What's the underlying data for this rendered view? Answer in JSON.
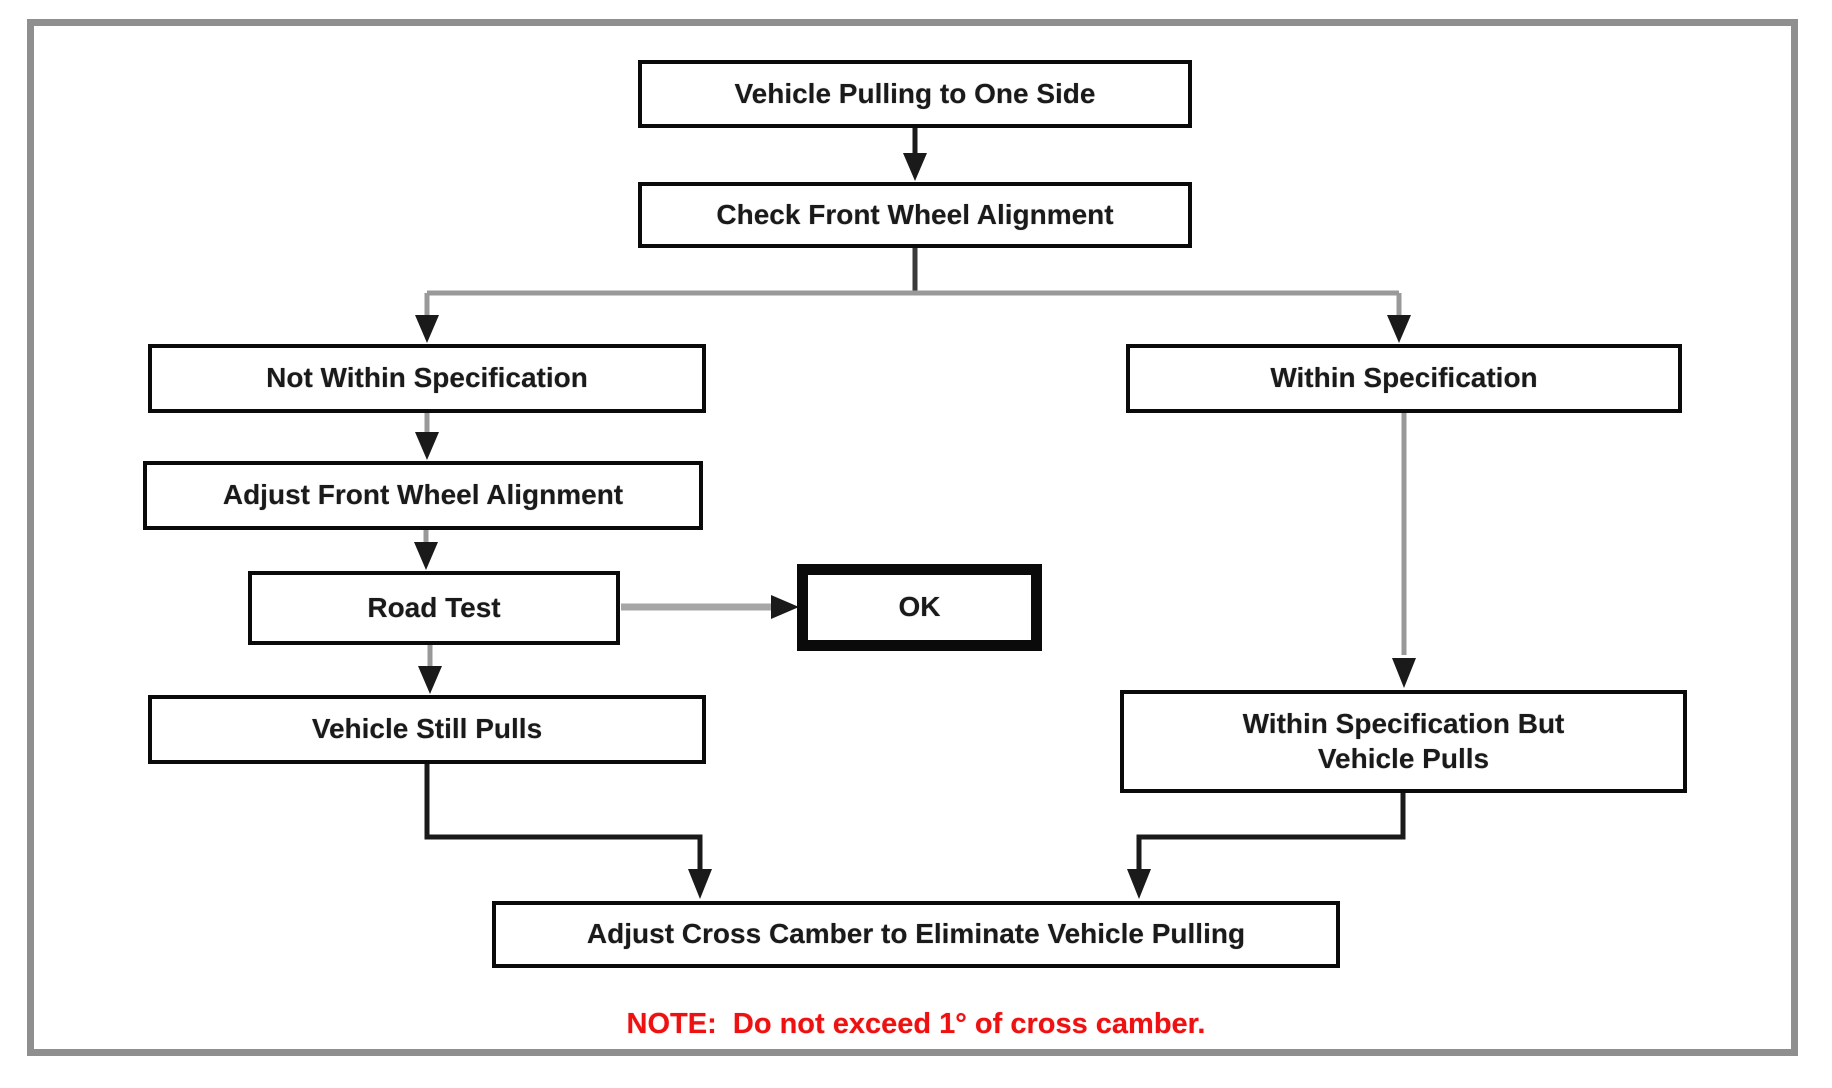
{
  "flowchart": {
    "nodes": {
      "vehicle_pulling": {
        "label": "Vehicle Pulling to One Side"
      },
      "check_alignment": {
        "label": "Check Front Wheel Alignment"
      },
      "not_within_spec": {
        "label": "Not Within Specification"
      },
      "adjust_alignment": {
        "label": "Adjust Front Wheel Alignment"
      },
      "road_test": {
        "label": "Road Test"
      },
      "ok": {
        "label": "OK"
      },
      "vehicle_still_pulls": {
        "label": "Vehicle Still Pulls"
      },
      "within_spec": {
        "label": "Within Specification"
      },
      "within_spec_but_pulls": {
        "label": "Within Specification But\nVehicle Pulls"
      },
      "adjust_cross_camber": {
        "label": "Adjust Cross Camber to Eliminate Vehicle Pulling"
      }
    },
    "edges": [
      {
        "from": "vehicle_pulling",
        "to": "check_alignment"
      },
      {
        "from": "check_alignment",
        "to": "not_within_spec"
      },
      {
        "from": "check_alignment",
        "to": "within_spec"
      },
      {
        "from": "not_within_spec",
        "to": "adjust_alignment"
      },
      {
        "from": "adjust_alignment",
        "to": "road_test"
      },
      {
        "from": "road_test",
        "to": "ok"
      },
      {
        "from": "road_test",
        "to": "vehicle_still_pulls"
      },
      {
        "from": "within_spec",
        "to": "within_spec_but_pulls"
      },
      {
        "from": "vehicle_still_pulls",
        "to": "adjust_cross_camber"
      },
      {
        "from": "within_spec_but_pulls",
        "to": "adjust_cross_camber"
      }
    ],
    "note": {
      "text": "NOTE:  Do not exceed 1° of cross camber."
    },
    "colors": {
      "note_red": "#ee1111",
      "box_border": "#0a0a0a",
      "connector_gray": "#999999",
      "connector_black": "#1a1a1a",
      "frame_gray": "#8f8f8f",
      "background": "#ffffff"
    }
  }
}
